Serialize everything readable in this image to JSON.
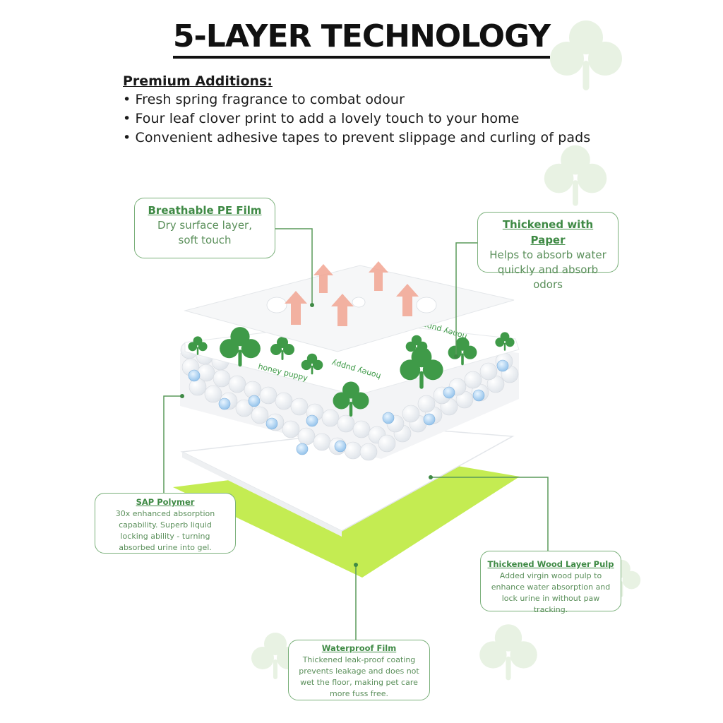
{
  "title": "5-LAYER TECHNOLOGY",
  "premium": {
    "heading": "Premium Additions:",
    "items": [
      "Fresh spring fragrance to combat odour",
      "Four leaf clover print to add a lovely touch to your home",
      "Convenient adhesive tapes to prevent slippage and curling of pads"
    ]
  },
  "layers": [
    {
      "title": "Breathable PE Film",
      "desc1": "Dry surface layer,",
      "desc2": "soft touch"
    },
    {
      "title": "Thickened with Paper",
      "desc1": "Helps to absorb water",
      "desc2": "quickly and absorb odors"
    },
    {
      "title": "SAP Polymer",
      "desc1": "30x enhanced absorption",
      "desc2": "capability. Superb liquid",
      "desc3": "locking ability - turning",
      "desc4": "absorbed urine into gel."
    },
    {
      "title": "Thickened Wood Layer Pulp",
      "desc1": "Added virgin wood pulp to",
      "desc2": "enhance water absorption and",
      "desc3": "lock urine in without paw tracking."
    },
    {
      "title": "Waterproof Film",
      "desc1": "Thickened leak-proof coating",
      "desc2": "prevents leakage and does not",
      "desc3": "wet the floor, making pet care",
      "desc4": "more fuss free."
    }
  ],
  "pad_print": [
    "honey puppy",
    "honey puppy",
    "honey puppy"
  ],
  "colors": {
    "green": "#3f8a45",
    "line": "#5a9a5a",
    "lime": "#c4ec52",
    "arrow": "#f2a592"
  }
}
